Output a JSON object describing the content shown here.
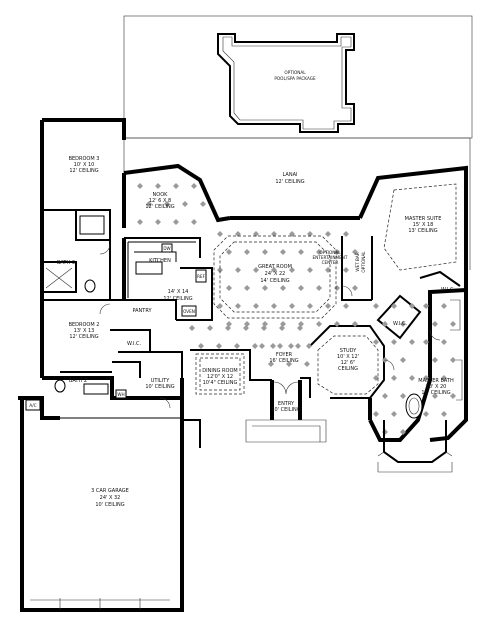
{
  "plan": {
    "rooms": {
      "pool": {
        "l1": "OPTIONAL",
        "l2": "POOL/SPA PACKAGE"
      },
      "lanai": {
        "l1": "LANAI",
        "l2": "12' CEILING"
      },
      "nook": {
        "l1": "NOOK",
        "l2": "12' 6 X 8",
        "l3": "12' CEILING"
      },
      "bedroom3": {
        "l1": "BEDROOM 3",
        "l2": "10' X 10",
        "l3": "12' CEILING"
      },
      "bath3": {
        "l1": "BATH 3"
      },
      "bedroom2": {
        "l1": "BEDROOM 2",
        "l2": "13' X 13",
        "l3": "12' CEILING"
      },
      "bath2": {
        "l1": "BATH 2"
      },
      "wic_left": {
        "l1": "W.I.C."
      },
      "kitchen": {
        "l1": "KITCHEN",
        "l2": "14' X 14",
        "l3": "12' CEILING"
      },
      "pantry": {
        "l1": "PANTRY"
      },
      "dw": {
        "l1": "DW"
      },
      "ref": {
        "l1": "REF"
      },
      "oven": {
        "l1": "OVEN"
      },
      "great": {
        "l1": "GREAT ROOM",
        "l2": "24' X 22",
        "l3": "14' CEILING"
      },
      "ent": {
        "l1": "OPTIONAL",
        "l2": "ENTERTAINMENT",
        "l3": "CENTER"
      },
      "wetbar": {
        "l1": "WET BAR",
        "l2": "OPTIONAL"
      },
      "master": {
        "l1": "MASTER SUITE",
        "l2": "15' X 18",
        "l3": "13' CEILING"
      },
      "wic_top": {
        "l1": "W.I.C."
      },
      "wic_mid": {
        "l1": "W.I.C."
      },
      "study": {
        "l1": "STUDY",
        "l2": "10' X 12'",
        "l3": "12' 6\"",
        "l4": "CEILING"
      },
      "foyer": {
        "l1": "FOYER",
        "l2": "16' CEILING"
      },
      "dining": {
        "l1": "DINING ROOM",
        "l2": "12'0\" X 12",
        "l3": "10'4\" CEILING"
      },
      "utility": {
        "l1": "UTILITY",
        "l2": "10' CEILING"
      },
      "entry": {
        "l1": "ENTRY",
        "l2": "10' CEILING"
      },
      "mbath": {
        "l1": "MASTER BATH",
        "l2": "10' X 20",
        "l3": "12' CEILING"
      },
      "garage": {
        "l1": "3 CAR GARAGE",
        "l2": "24' X 32",
        "l3": "10' CEILING"
      },
      "ac": {
        "l1": "A/C"
      },
      "wh": {
        "l1": "WH"
      }
    }
  }
}
